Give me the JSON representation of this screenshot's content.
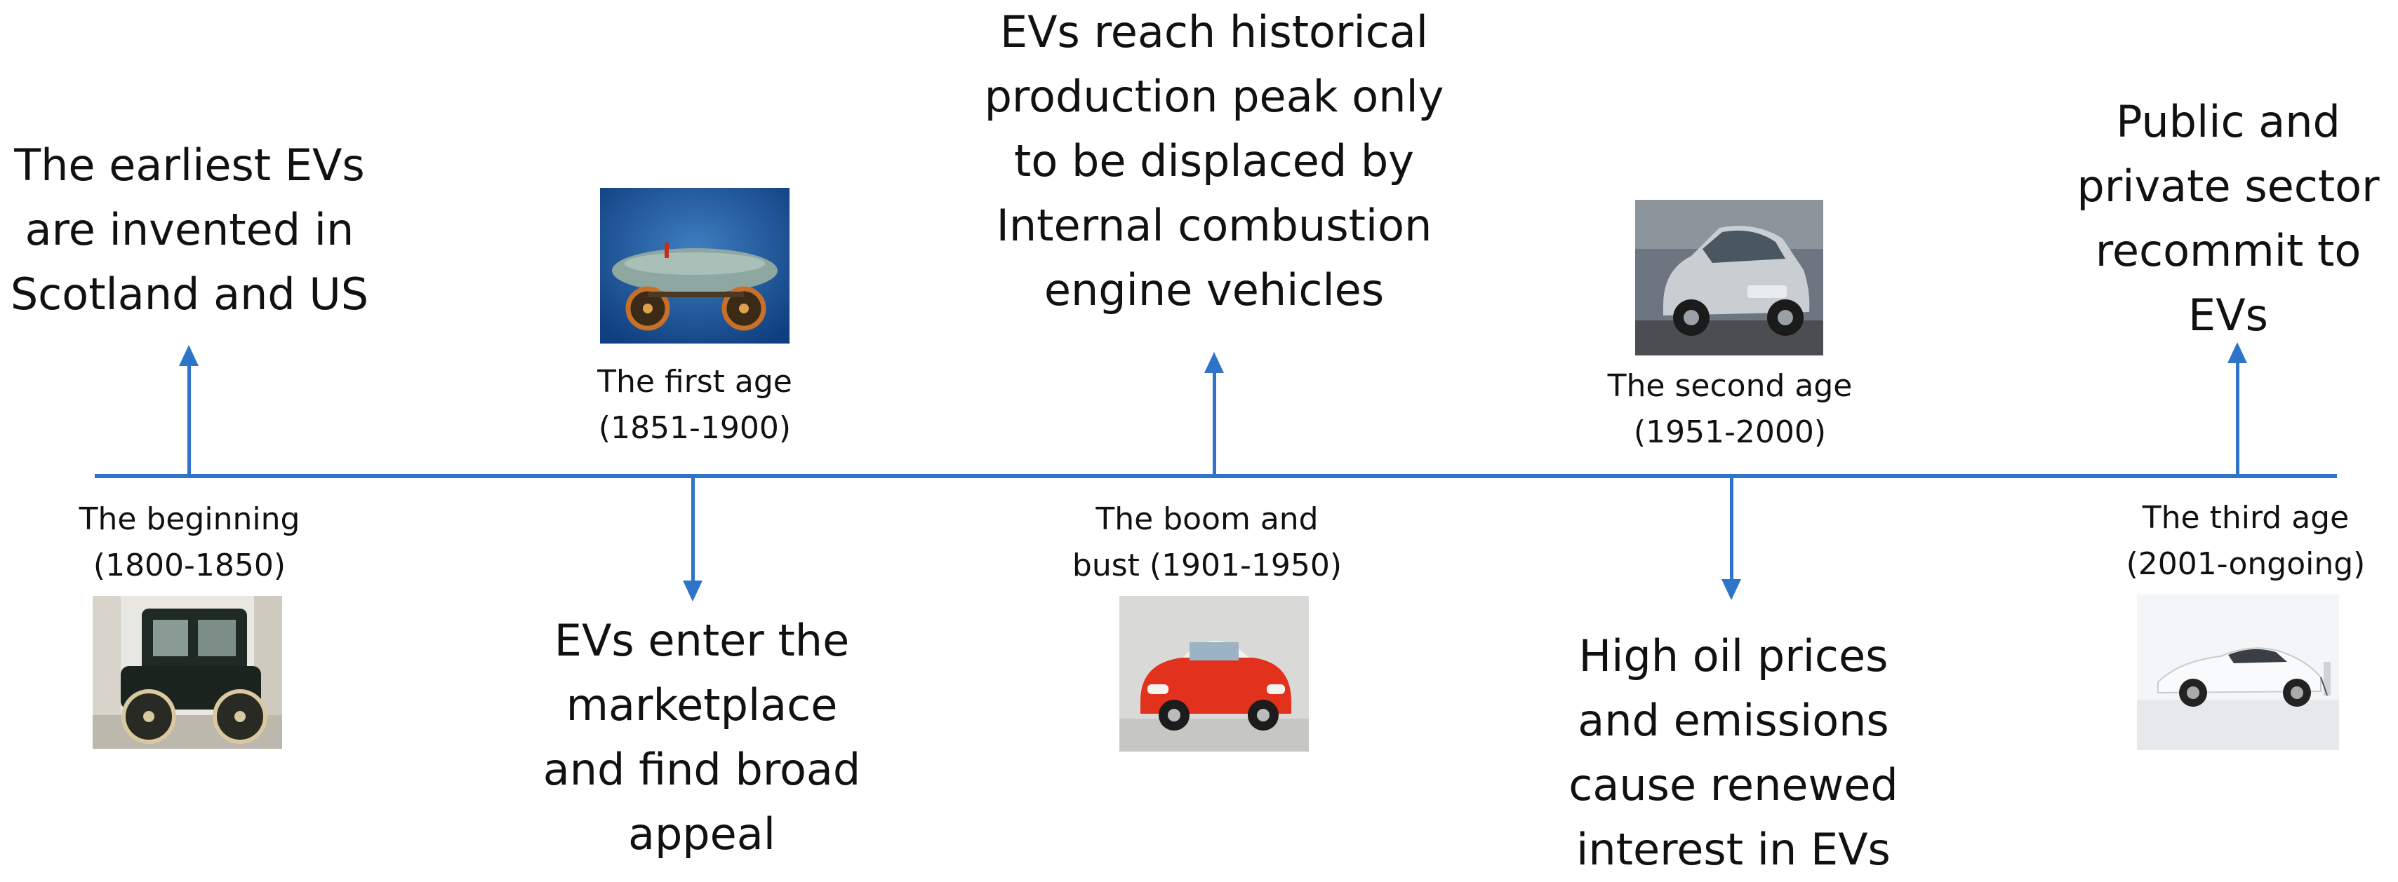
{
  "eras": [
    {
      "lines": [
        "The beginning",
        "(1800-1850)"
      ]
    },
    {
      "lines": [
        "The first age",
        "(1851-1900)"
      ]
    },
    {
      "lines": [
        "The boom and",
        "bust (1901-1950)"
      ]
    },
    {
      "lines": [
        "The second age",
        "(1951-2000)"
      ]
    },
    {
      "lines": [
        "The third age",
        "(2001-ongoing)"
      ]
    }
  ],
  "events": [
    {
      "lines": [
        "The earliest EVs",
        "are invented in",
        "Scotland and US"
      ]
    },
    {
      "lines": [
        "EVs enter the",
        "marketplace",
        "and find broad",
        "appeal"
      ]
    },
    {
      "lines": [
        "EVs reach historical",
        "production peak only",
        "to be displaced by",
        "Internal combustion",
        "engine vehicles"
      ]
    },
    {
      "lines": [
        "High oil prices",
        "and emissions",
        "cause renewed",
        "interest in EVs"
      ]
    },
    {
      "lines": [
        "Public and",
        "private sector",
        "recommit to",
        "EVs"
      ]
    }
  ],
  "colors": {
    "timeline": "#2E75C9"
  },
  "images": [
    "early-electric-carriage-photo",
    "torpedo-racecar-photo",
    "red-microcar-photo",
    "silver-hatchback-photo",
    "white-sports-ev-photo"
  ]
}
